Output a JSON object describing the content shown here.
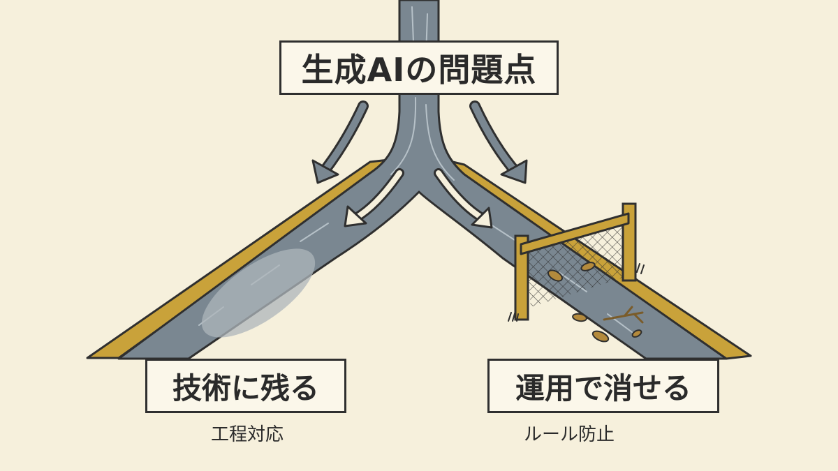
{
  "title": "生成AIの問題点",
  "branches": [
    {
      "label": "技術に残る",
      "sublabel": "工程対応"
    },
    {
      "label": "運用で消せる",
      "sublabel": "ルール防止"
    }
  ],
  "colors": {
    "background": "#f6f0dc",
    "road": "#7a8791",
    "road_edge": "#c9a23a",
    "outline": "#2f2f2f",
    "fence_wood": "#c9a23a",
    "leaf": "#b48a3c"
  },
  "icons": [
    "arrow-down-left-icon",
    "arrow-down-right-icon",
    "fence-net-icon",
    "leaf-icon",
    "twig-icon",
    "grass-tuft-icon"
  ]
}
